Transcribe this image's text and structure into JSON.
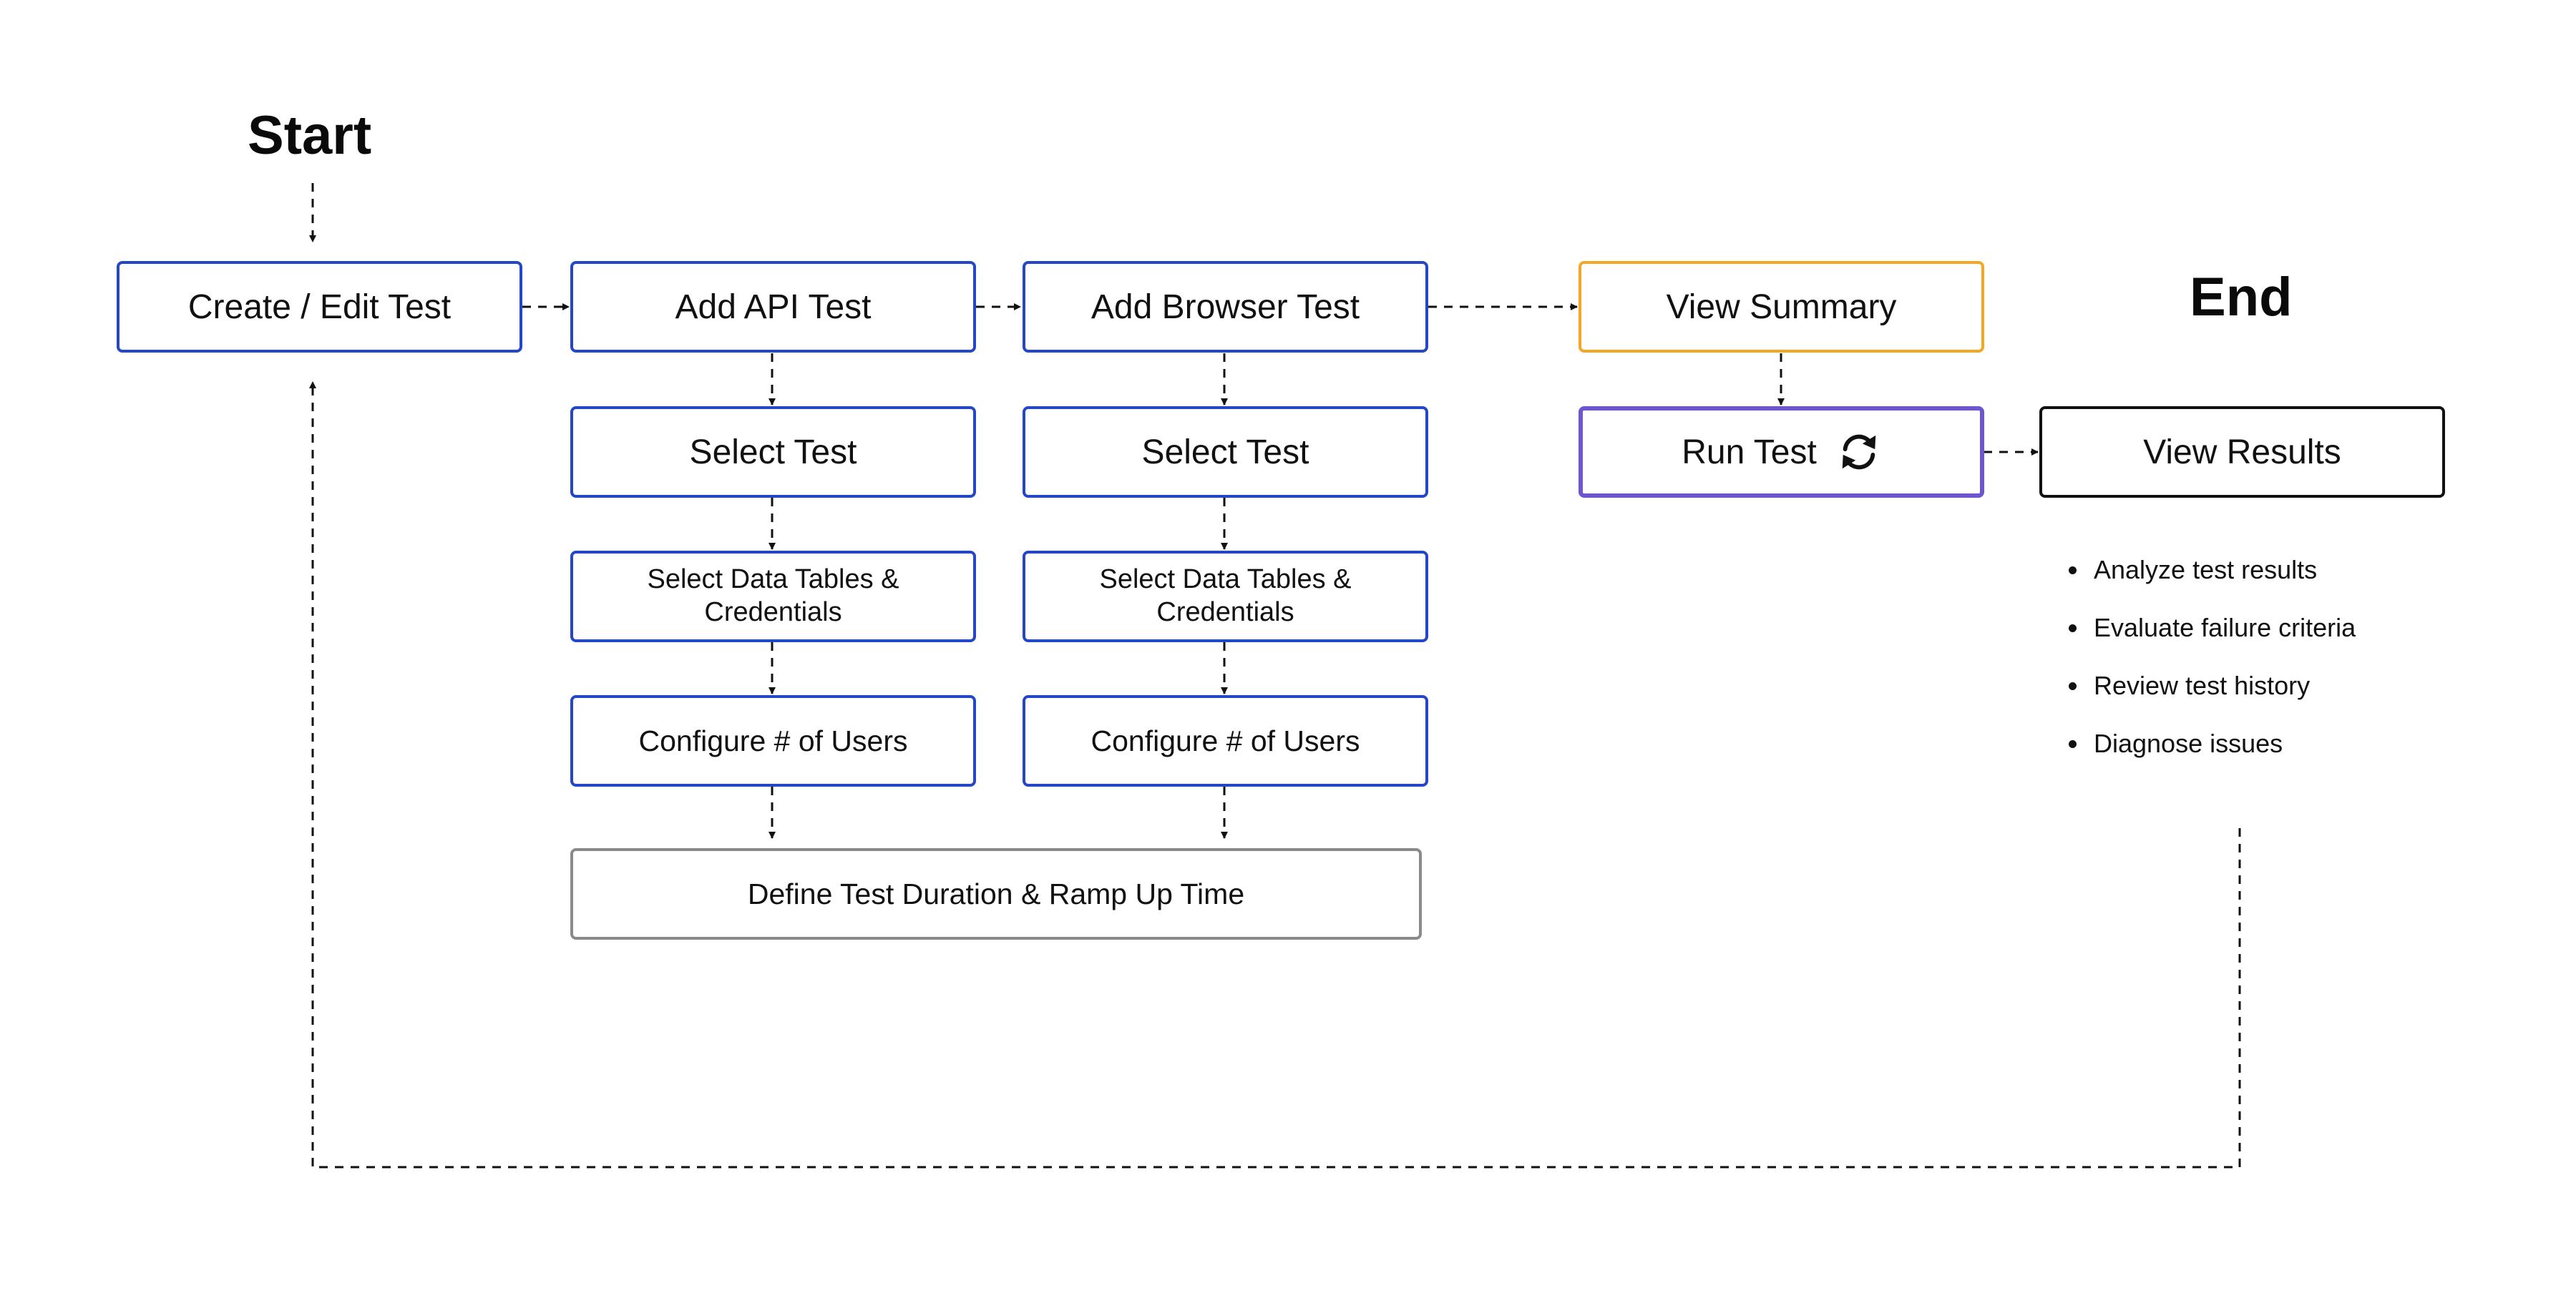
{
  "headings": {
    "start": "Start",
    "end": "End"
  },
  "steps": {
    "create_edit_test": "Create / Edit Test",
    "add_api_test": "Add API Test",
    "add_browser_test": "Add Browser Test",
    "view_summary": "View Summary",
    "run_test": "Run Test",
    "view_results": "View Results",
    "api_select_test": "Select Test",
    "browser_select_test": "Select Test",
    "api_select_data": "Select Data Tables & Credentials",
    "browser_select_data": "Select Data Tables & Credentials",
    "api_configure_users": "Configure # of Users",
    "browser_configure_users": "Configure # of Users",
    "define_duration": "Define Test Duration & Ramp Up Time"
  },
  "results_bullets": [
    "Analyze test results",
    "Evaluate failure criteria",
    "Review test history",
    "Diagnose issues"
  ],
  "icons": {
    "run_test": "refresh-icon"
  },
  "colors": {
    "step_border": "#2446c8",
    "summary_border": "#f5a623",
    "run_border": "#6e56cf",
    "results_border": "#111111",
    "duration_border": "#8a8a8a",
    "connector": "#111111"
  }
}
